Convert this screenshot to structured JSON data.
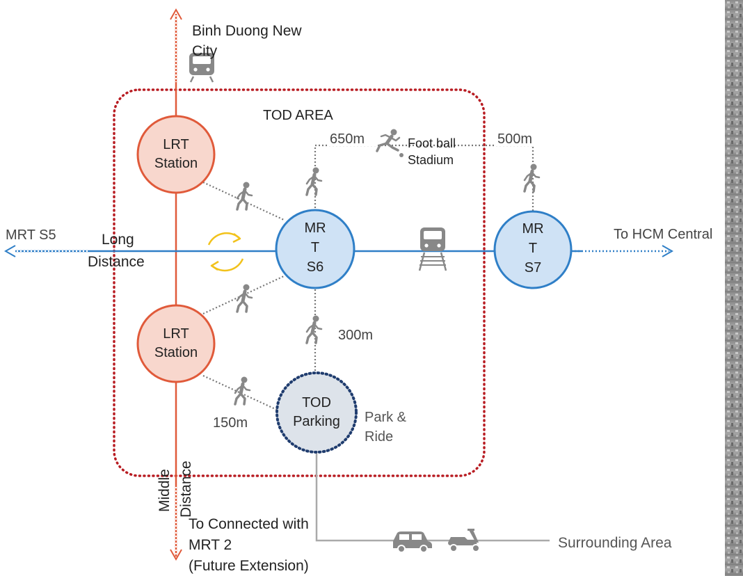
{
  "top_label_lines": [
    "Binh Duong New",
    "City"
  ],
  "tod_area_label": "TOD AREA",
  "lrt_station_top": [
    "LRT",
    "Station"
  ],
  "lrt_station_bottom": [
    "LRT",
    "Station"
  ],
  "mrt_s6": [
    "MR",
    "T",
    "S6"
  ],
  "mrt_s7": [
    "MR",
    "T",
    "S7"
  ],
  "tod_parking": [
    "TOD",
    "Parking"
  ],
  "park_ride_lines": [
    "Park &",
    "Ride"
  ],
  "football_lines": [
    "Foot ball",
    "Stadium"
  ],
  "dist_650": "650m",
  "dist_500": "500m",
  "dist_300": "300m",
  "dist_150": "150m",
  "mrt_s5_label": "MRT S5",
  "hcm_label": "To HCM Central",
  "long_distance_lines": [
    "Long",
    "Distance"
  ],
  "middle_distance_lines": [
    "Middle",
    "Distance"
  ],
  "bottom_label_lines": [
    "To Connected with",
    "MRT 2",
    "(Future Extension)"
  ],
  "surrounding_label": "Surrounding Area",
  "colors": {
    "lrt_line": "#e05a3a",
    "lrt_fill": "#f8d7cd",
    "mrt_line": "#2f7fc7",
    "mrt_fill": "#cfe2f5",
    "tod_border": "#b81c22",
    "parking_border": "#1f3c6e",
    "parking_fill": "#dde3ea",
    "icon_gray": "#888888",
    "cycle": "#f2c21b"
  }
}
